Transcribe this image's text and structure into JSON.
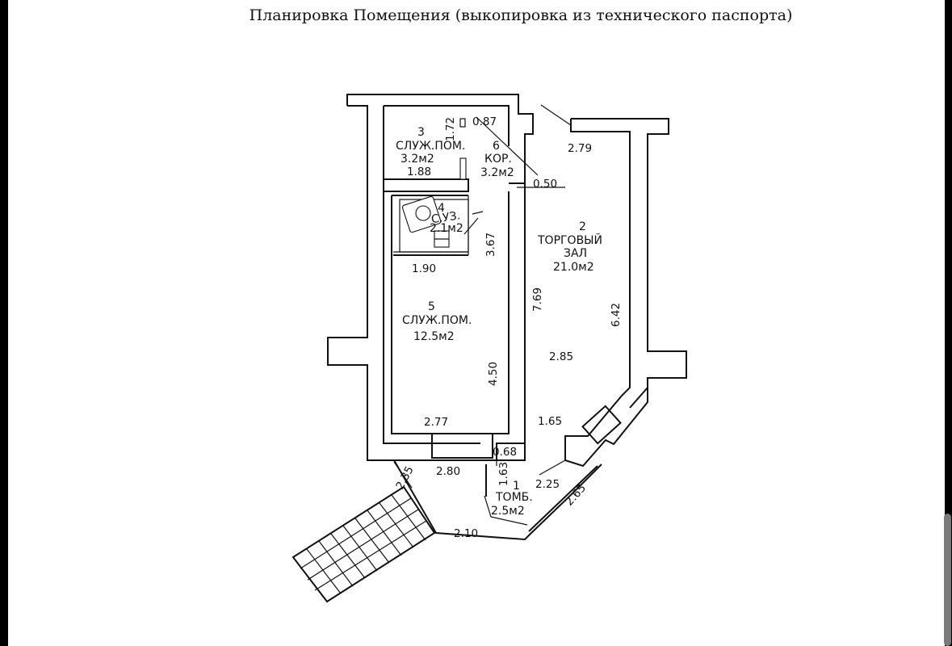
{
  "title": "Планировка Помещения (выкопировка из технического паспорта)",
  "rooms": [
    {
      "num": "1",
      "name": "ТОМБ.",
      "area": "2.5м2"
    },
    {
      "num": "2",
      "name_line1": "ТОРГОВЫЙ",
      "name_line2": "ЗАЛ",
      "area": "21.0м2"
    },
    {
      "num": "3",
      "name": "СЛУЖ.ПОМ.",
      "area": "3.2м2"
    },
    {
      "num": "4",
      "name": "С.УЗ.",
      "area": "2.1м2"
    },
    {
      "num": "5",
      "name": "СЛУЖ.ПОМ.",
      "area": "12.5м2"
    },
    {
      "num": "6",
      "name": "КОР.",
      "area": "3.2м2"
    }
  ],
  "dimensions": {
    "d_1_72": "1.72",
    "d_0_87": "0.87",
    "d_2_79": "2.79",
    "d_1_88": "1.88",
    "d_0_50": "0.50",
    "d_3_67": "3.67",
    "d_1_90": "1.90",
    "d_7_69": "7.69",
    "d_6_42": "6.42",
    "d_2_85": "2.85",
    "d_4_50": "4.50",
    "d_2_77": "2.77",
    "d_1_65": "1.65",
    "d_0_68": "0.68",
    "d_2_80": "2.80",
    "d_1_63": "1.63",
    "d_2_25": "2.25",
    "d_2_35": "2.35",
    "d_2_65": "2.65",
    "d_2_10": "2.10"
  }
}
